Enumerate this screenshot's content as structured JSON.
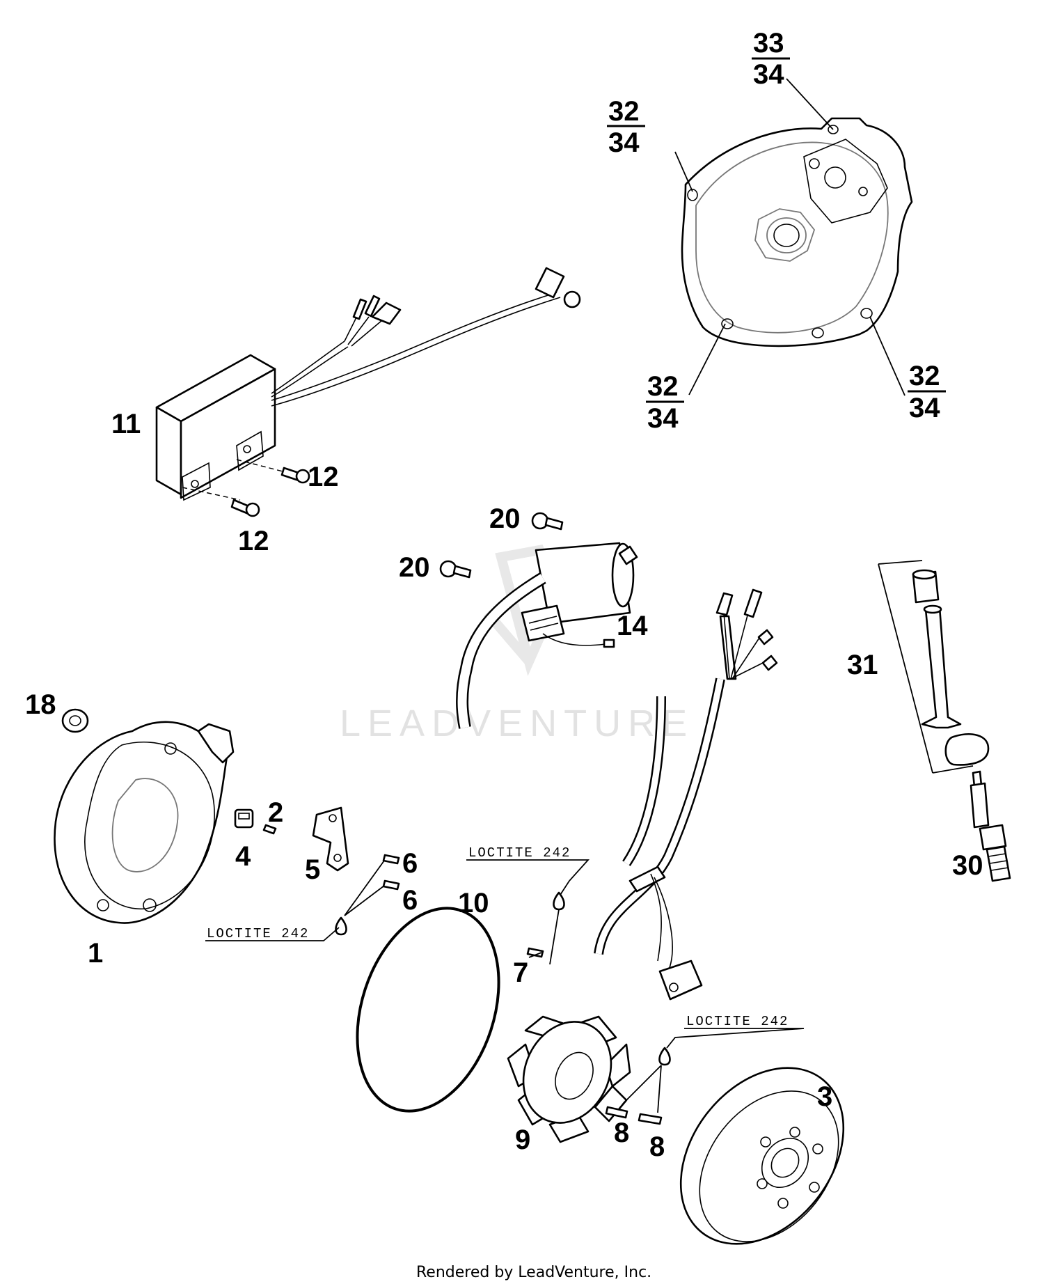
{
  "watermark": "LEADVENTURE",
  "footer": "Rendered by LeadVenture, Inc.",
  "loctite_note": "LOCTITE 242",
  "callouts": {
    "c1": "1",
    "c2": "2",
    "c3": "3",
    "c4": "4",
    "c5": "5",
    "c6": "6",
    "c7": "7",
    "c8": "8",
    "c9": "9",
    "c10": "10",
    "c11": "11",
    "c12": "12",
    "c14": "14",
    "c18": "18",
    "c20": "20",
    "c30": "30",
    "c31": "31",
    "c32": "32",
    "c33": "33",
    "c34": "34"
  }
}
